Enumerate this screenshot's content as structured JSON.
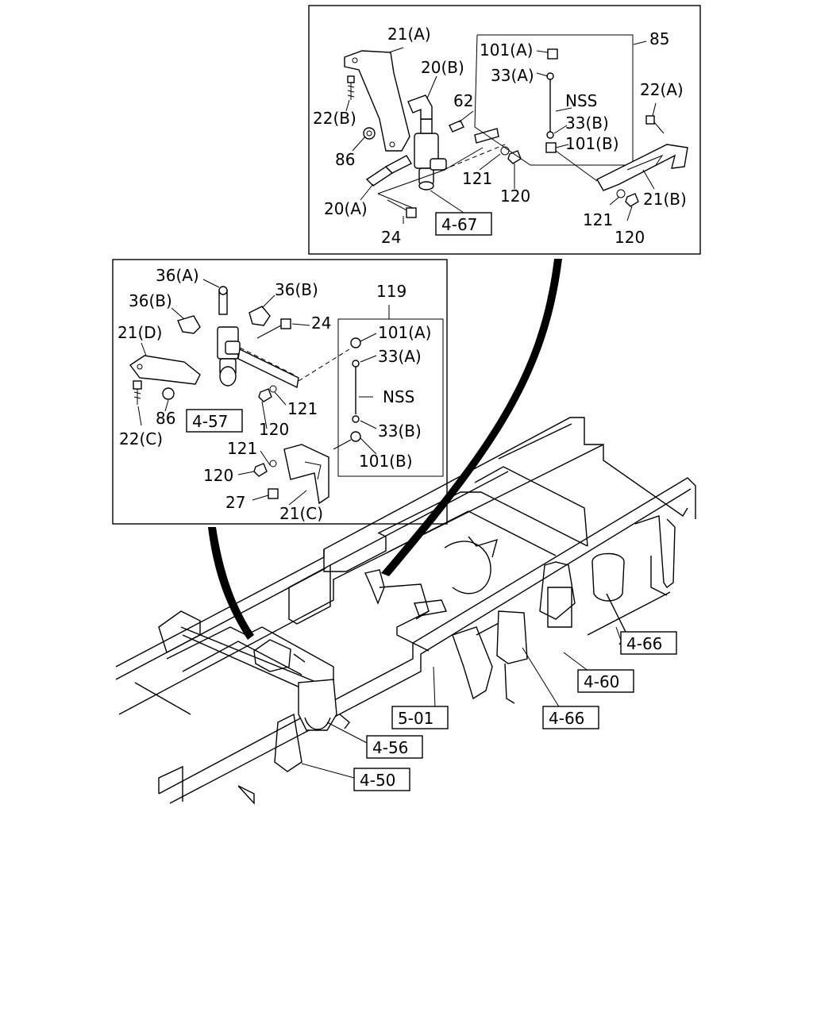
{
  "callouts_top": {
    "c21a": "21(A)",
    "c20b": "20(B)",
    "c62": "62",
    "c22b": "22(B)",
    "c86": "86",
    "c20a": "20(A)",
    "c24": "24",
    "c121": "121",
    "c120": "120",
    "c101a": "101(A)",
    "c33a": "33(A)",
    "c85": "85",
    "cnss": "NSS",
    "c33b": "33(B)",
    "c101b": "101(B)",
    "c22a": "22(A)",
    "c21b": "21(B)",
    "c121b": "121",
    "c120b": "120",
    "ref467": "4-67"
  },
  "callouts_left": {
    "c36a": "36(A)",
    "c36b1": "36(B)",
    "c36b2": "36(B)",
    "c24": "24",
    "c119": "119",
    "c21d": "21(D)",
    "c101a": "101(A)",
    "c33a": "33(A)",
    "cnss": "NSS",
    "c86": "86",
    "c22c": "22(C)",
    "c121": "121",
    "c120": "120",
    "c33b": "33(B)",
    "c101b": "101(B)",
    "c121b": "121",
    "c120b": "120",
    "c27": "27",
    "c21c": "21(C)",
    "ref457": "4-57"
  },
  "refs_main": {
    "r466a": "4-66",
    "r460": "4-60",
    "r466b": "4-66",
    "r501": "5-01",
    "r456": "4-56",
    "r450": "4-50"
  }
}
